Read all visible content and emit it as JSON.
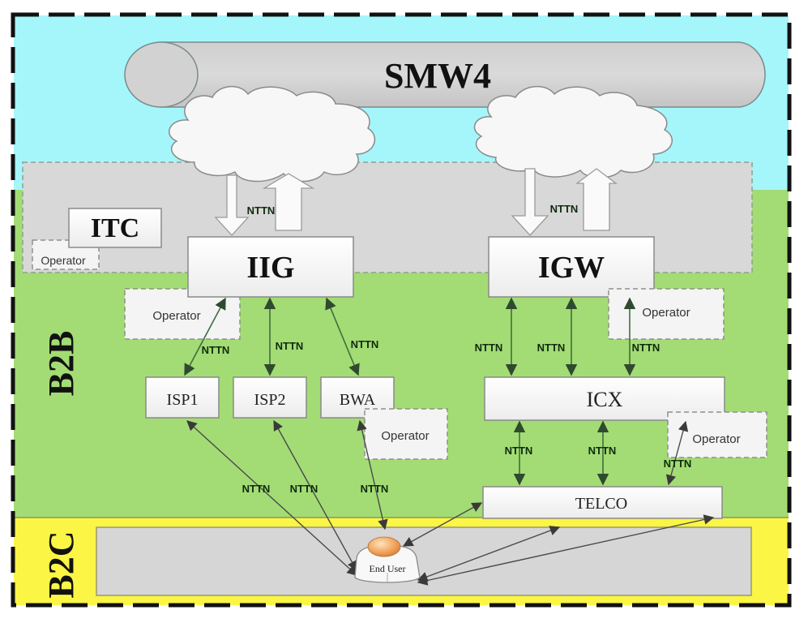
{
  "diagram": {
    "backbone_label": "SMW4",
    "regions": {
      "b2b_label": "B2B",
      "b2c_label": "B2C"
    },
    "nodes": {
      "itc": "ITC",
      "iig": "IIG",
      "igw": "IGW",
      "isp1": "ISP1",
      "isp2": "ISP2",
      "bwa": "BWA",
      "icx": "ICX",
      "telco": "TELCO",
      "end_user": "End User"
    },
    "operator_label": "Operator",
    "link_label": "NTTN",
    "colors": {
      "sky": "#a4f6fb",
      "b2b_green": "#a3dc74",
      "b2c_yellow": "#fbf545",
      "gateway_band": "#d8d8d8",
      "b2c_band": "#d6d6d6"
    }
  }
}
